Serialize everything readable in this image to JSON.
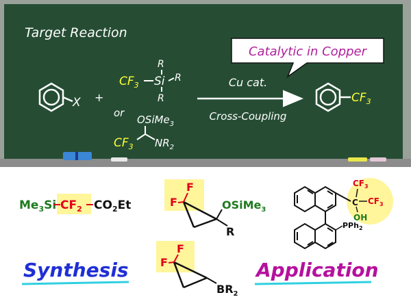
{
  "board": {
    "title": "Target Reaction",
    "callout": "Catalytic in Copper",
    "aryl_substituent": "X",
    "plus": "+",
    "or": "or",
    "silane": {
      "cf3": "CF",
      "sub3": "3",
      "si": "Si",
      "r": "R"
    },
    "hemiaminal": {
      "osime3": "OSiMe",
      "sub3": "3",
      "cf3": "CF",
      "nr2": "NR",
      "sub2": "2"
    },
    "arrow_top": "Cu cat.",
    "arrow_bottom": "Cross-Coupling",
    "product": {
      "cf3": "CF",
      "sub3": "3"
    }
  },
  "lower": {
    "reagent": {
      "me3si": "Me",
      "sub3a": "3",
      "si": "Si",
      "cf2": "CF",
      "sub2": "2",
      "co2et": "CO",
      "sub2b": "2",
      "et": "Et"
    },
    "cyclopropane1": {
      "f": "F",
      "osime3": "OSiMe",
      "sub3": "3",
      "r": "R"
    },
    "cyclopropane2": {
      "f": "F",
      "br2": "BR",
      "sub2": "2"
    },
    "ligand": {
      "cf3": "CF",
      "sub3": "3",
      "c": "C",
      "oh": "OH",
      "pph2": "PPh",
      "sub2": "2"
    },
    "synthesis_label": "Synthesis",
    "application_label": "Application"
  },
  "colors": {
    "board": "#264d34",
    "frame": "#9aa09a",
    "ledge": "#8c8c8c",
    "yellow_text": "#ffff33",
    "highlight": "#fff59a",
    "green_text": "#1f7a1f",
    "red_text": "#e0001a",
    "synthesis": "#1f2fd6",
    "application": "#b5109e",
    "callout_text": "#b01f9b"
  }
}
